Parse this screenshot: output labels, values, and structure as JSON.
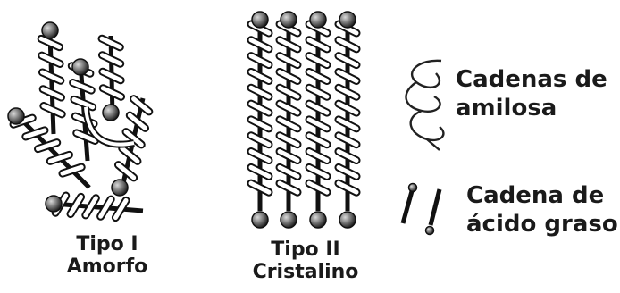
{
  "type1": {
    "line1": "Tipo I",
    "line2": "Amorfo"
  },
  "type2": {
    "line1": "Tipo II",
    "line2": "Cristalino"
  },
  "legend": {
    "amylose": {
      "line1": "Cadenas de",
      "line2": "amilosa",
      "icon": "helix-icon"
    },
    "fatty_acid": {
      "line1": "Cadena de",
      "line2": "ácido graso",
      "icon": "fatty-acid-chain-icon"
    }
  }
}
